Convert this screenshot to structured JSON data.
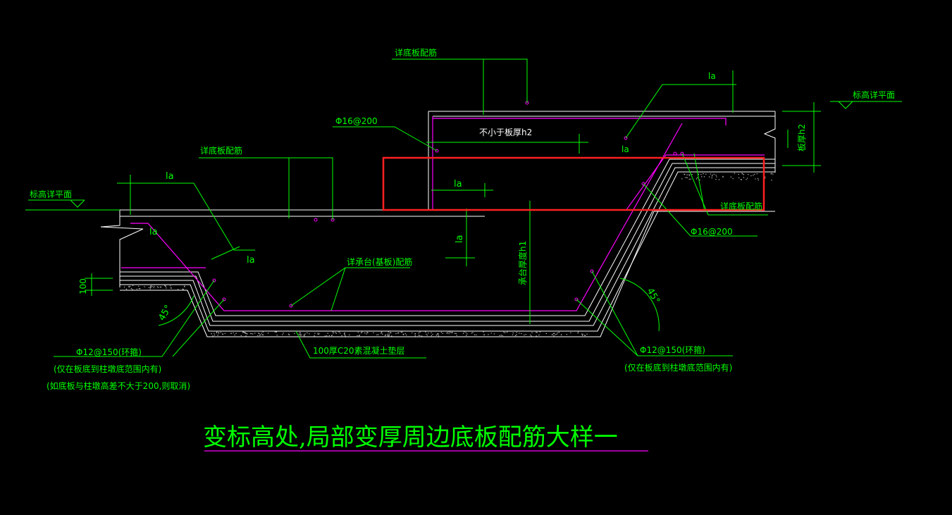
{
  "drawing": {
    "title": "变标高处,局部变厚周边底板配筋大样一",
    "labels": {
      "detail_bottom_rebar_top": "详底板配筋",
      "detail_bottom_rebar_left": "详底板配筋",
      "detail_bottom_rebar_right": "详底板配筋",
      "elev_left": "标高详平面",
      "elev_right": "标高详平面",
      "phi16_left": "Φ16@200",
      "phi16_right": "Φ16@200",
      "min_thickness": "不小于板厚h2",
      "slab_thickness": "板厚h2",
      "cap_thickness": "承台厚度h1",
      "cap_rebar": "详承台(基板)配筋",
      "cushion": "100厚C20素混凝土垫层",
      "hoop_left": "Φ12@150(环箍)",
      "hoop_left_note1": "(仅在板底到柱墩底范围内有)",
      "hoop_left_note2": "(如底板与柱墩高差不大于200,则取消)",
      "hoop_right": "Φ12@150(环箍)",
      "hoop_right_note": "(仅在板底到柱墩底范围内有)",
      "la": "la",
      "dim_100": "100",
      "angle": "45°"
    }
  },
  "colors": {
    "background": "#000000",
    "annotation": "#00ff00",
    "rebar": "#ff00ff",
    "outline": "#ffffff",
    "highlight": "#ff2020"
  }
}
